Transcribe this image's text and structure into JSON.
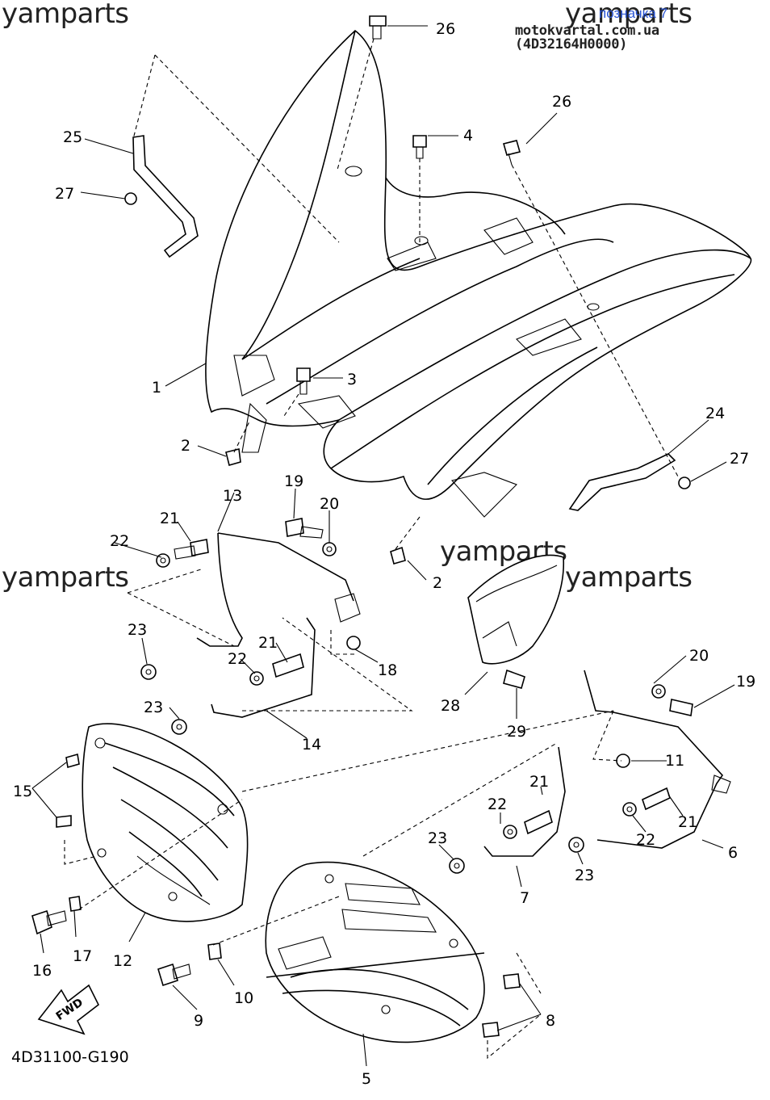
{
  "watermarks": [
    "yamparts",
    "yamparts",
    "yamparts",
    "yamparts",
    "yamparts"
  ],
  "header_link": "позначка 7",
  "source_line": "motokvartal.com.ua (4D32164H0000)",
  "diagram_code": "4D31100-G190",
  "fwd_label": "FWD",
  "part_numbers": [
    "1",
    "2",
    "2",
    "3",
    "4",
    "5",
    "6",
    "7",
    "8",
    "9",
    "10",
    "11",
    "12",
    "13",
    "14",
    "15",
    "16",
    "17",
    "18",
    "19",
    "19",
    "20",
    "20",
    "21",
    "21",
    "21",
    "21",
    "22",
    "22",
    "22",
    "22",
    "23",
    "23",
    "23",
    "23",
    "24",
    "25",
    "26",
    "26",
    "27",
    "27",
    "28",
    "29"
  ]
}
